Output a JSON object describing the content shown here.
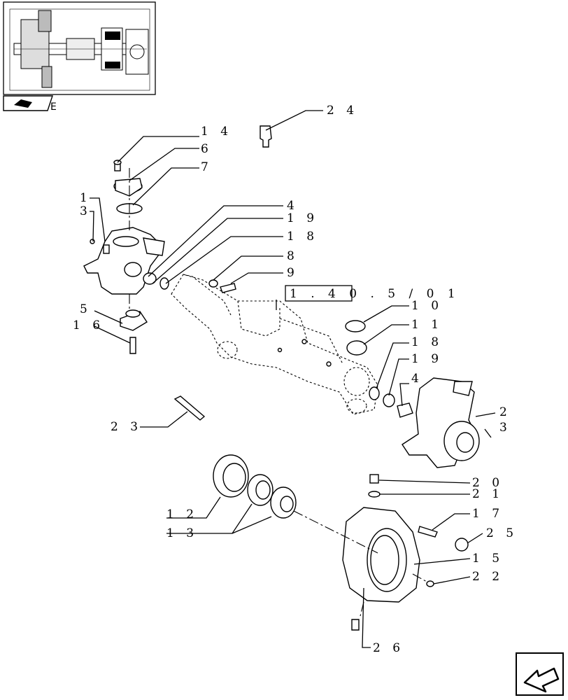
{
  "thumbnail": {
    "page_tag": "E"
  },
  "reference_box": {
    "text": "1 . 4 0 . 5 / 0 1"
  },
  "callouts": {
    "c14": "1 4",
    "c6": "6",
    "c7": "7",
    "c1": "1",
    "c3a": "3",
    "c4a": "4",
    "c19a": "1 9",
    "c18a": "1 8",
    "c8": "8",
    "c9": "9",
    "c24": "2 4",
    "c5": "5",
    "c16": "1 6",
    "c10": "1 0",
    "c11": "1 1",
    "c18b": "1 8",
    "c19b": "1 9",
    "c4b": "4",
    "c2": "2",
    "c3b": "3",
    "c23": "2 3",
    "c20": "2 0",
    "c21": "2 1",
    "c17": "1 7",
    "c25": "2 5",
    "c15": "1 5",
    "c22": "2 2",
    "c26": "2 6",
    "c12": "1 2",
    "c13": "1 3"
  }
}
